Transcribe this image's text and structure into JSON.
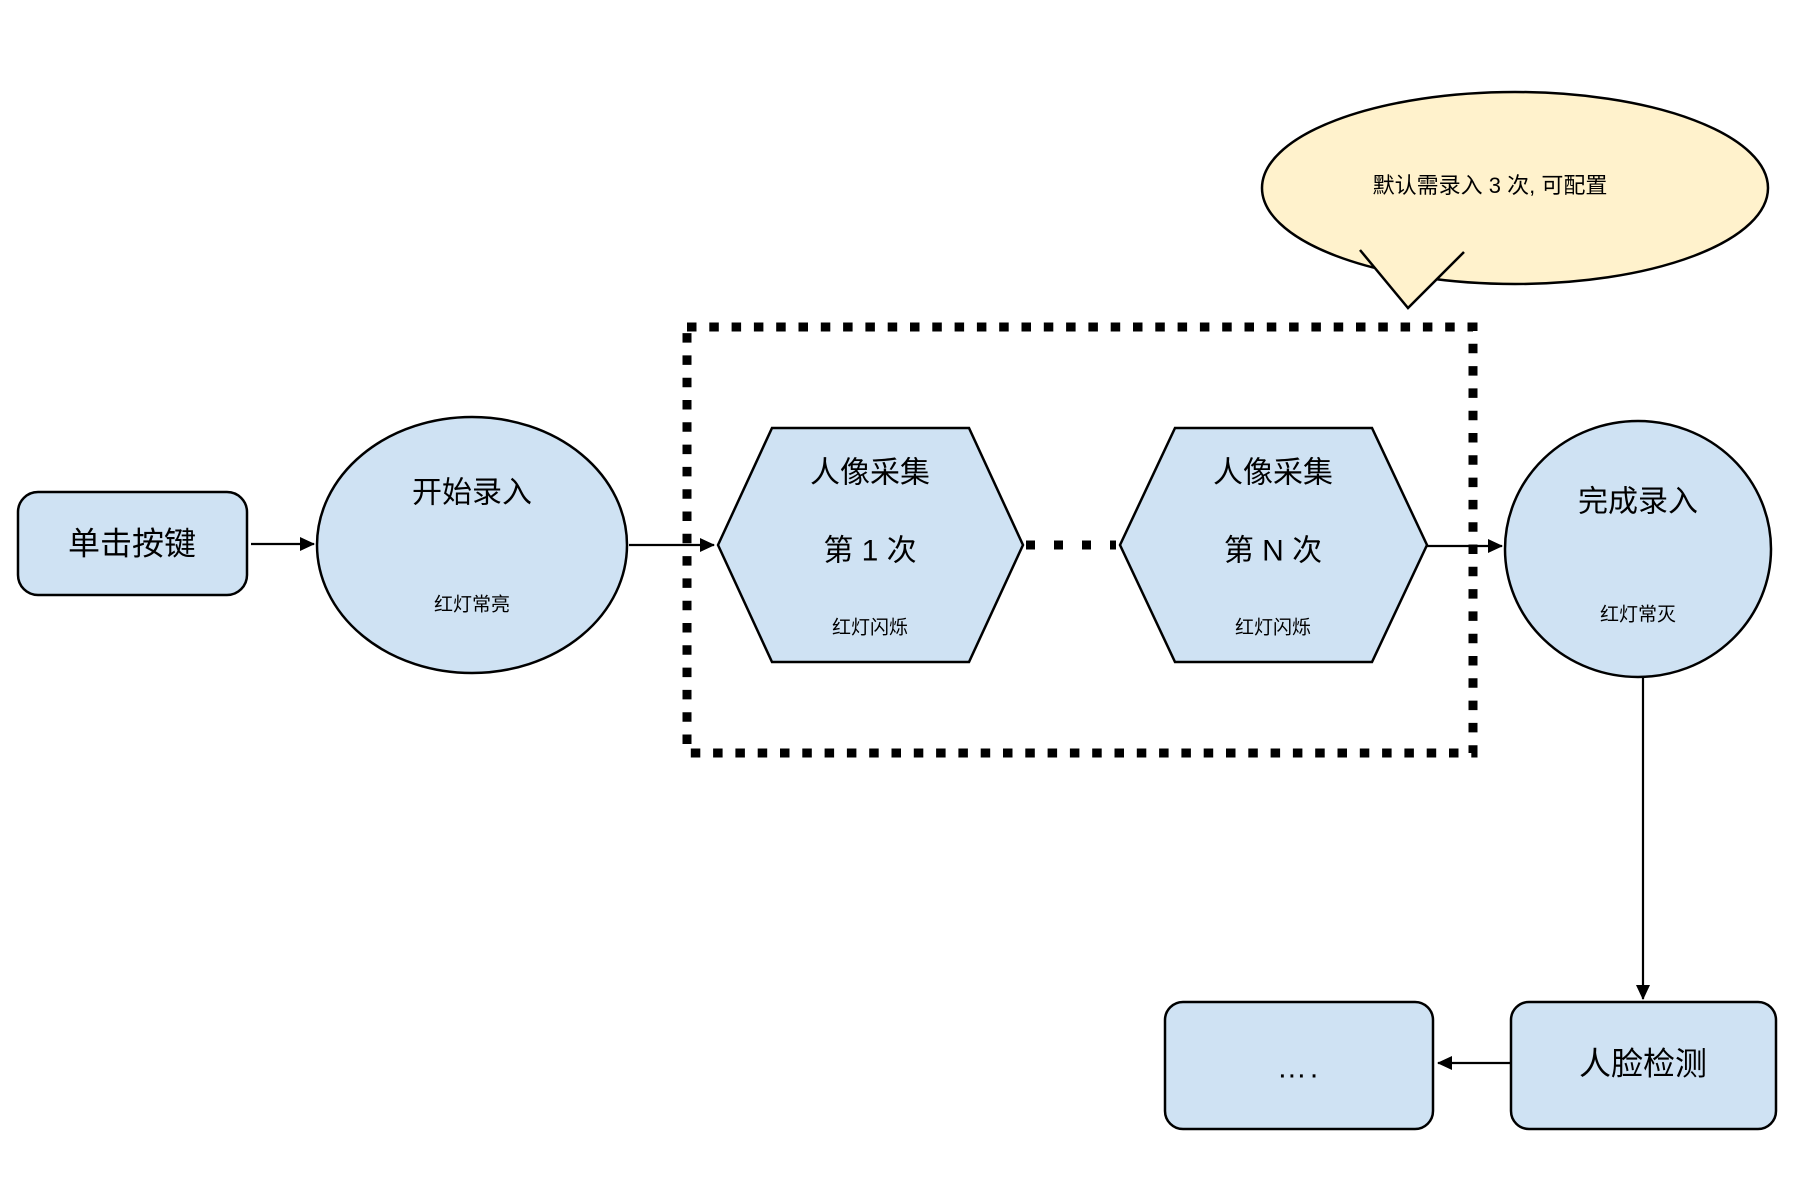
{
  "colors": {
    "node_fill": "#cfe2f3",
    "bubble_fill": "#fff2cc",
    "stroke": "#000000"
  },
  "nodes": {
    "click_button": {
      "label": "单击按键"
    },
    "start_enroll": {
      "label": "开始录入",
      "sublabel": "红灯常亮"
    },
    "capture_first": {
      "label": "人像采集",
      "label2": "第 1 次",
      "sublabel": "红灯闪烁"
    },
    "capture_nth": {
      "label": "人像采集",
      "label2": "第 N 次",
      "sublabel": "红灯闪烁"
    },
    "finish_enroll": {
      "label": "完成录入",
      "sublabel": "红灯常灭"
    },
    "face_detect": {
      "label": "人脸检测"
    },
    "more_steps": {
      "label": "…."
    }
  },
  "callout": {
    "text": "默认需录入 3 次, 可配置"
  }
}
